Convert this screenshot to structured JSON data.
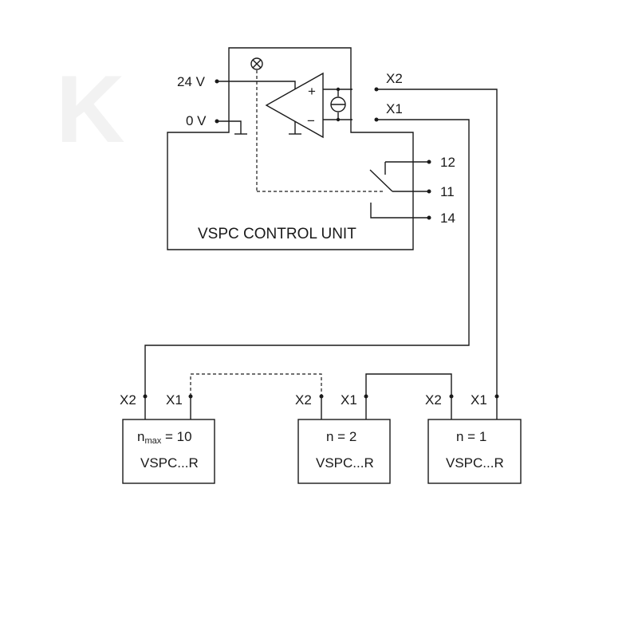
{
  "watermark": "K",
  "control_unit": {
    "title": "VSPC CONTROL UNIT",
    "supply_24v": "24 V",
    "supply_0v": "0 V",
    "plus_sign": "+",
    "minus_sign": "−",
    "out_x2": "X2",
    "out_x1": "X1",
    "relay_12": "12",
    "relay_11": "11",
    "relay_14": "14"
  },
  "sensors": [
    {
      "x2_label": "X2",
      "x1_label": "X1",
      "count_prefix": "n",
      "count_sub": "max",
      "count_suffix": " = 10",
      "model": "VSPC...R"
    },
    {
      "x2_label": "X2",
      "x1_label": "X1",
      "count_label": "n = 2",
      "model": "VSPC...R"
    },
    {
      "x2_label": "X2",
      "x1_label": "X1",
      "count_label": "n = 1",
      "model": "VSPC...R"
    }
  ]
}
